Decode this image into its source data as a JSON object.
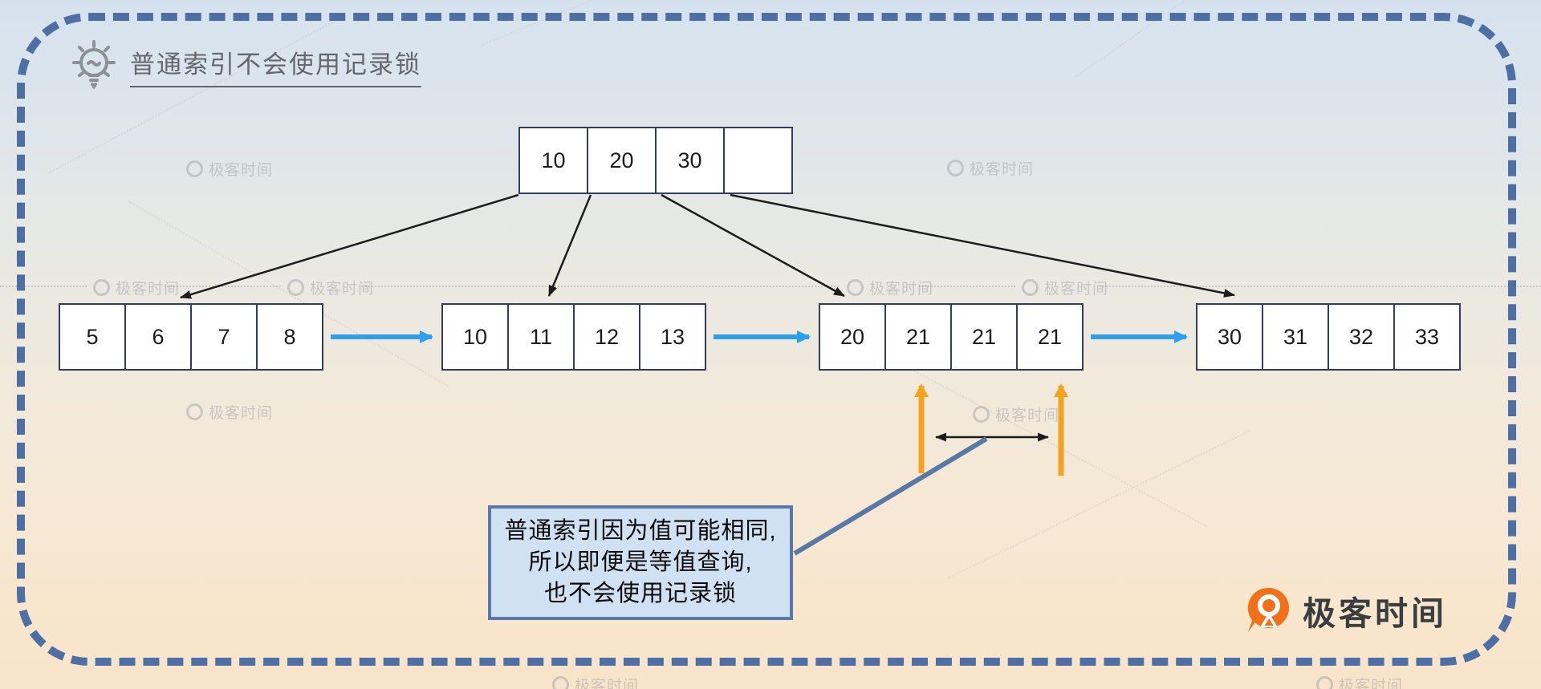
{
  "header": {
    "title": "普通索引不会使用记录锁"
  },
  "tree": {
    "root": {
      "cells": [
        "10",
        "20",
        "30",
        ""
      ]
    },
    "leaves": [
      {
        "cells": [
          "5",
          "6",
          "7",
          "8"
        ]
      },
      {
        "cells": [
          "10",
          "11",
          "12",
          "13"
        ]
      },
      {
        "cells": [
          "20",
          "21",
          "21",
          "21"
        ]
      },
      {
        "cells": [
          "30",
          "31",
          "32",
          "33"
        ]
      }
    ]
  },
  "callout": {
    "line1": "普通索引因为值可能相同,",
    "line2": "所以即便是等值查询,",
    "line3": "也不会使用记录锁"
  },
  "watermark": {
    "label": "极客时间"
  },
  "brand": {
    "name": "极客时间"
  },
  "colors": {
    "frame_dash": "#4E6FA3",
    "linked_list_arrow": "#2D9FF0",
    "highlight_arrow": "#F5A31F",
    "callout_bg": "#CFE1F3",
    "callout_border": "#5878AD",
    "node_border": "#303C60",
    "brand_orange": "#F3701A"
  }
}
